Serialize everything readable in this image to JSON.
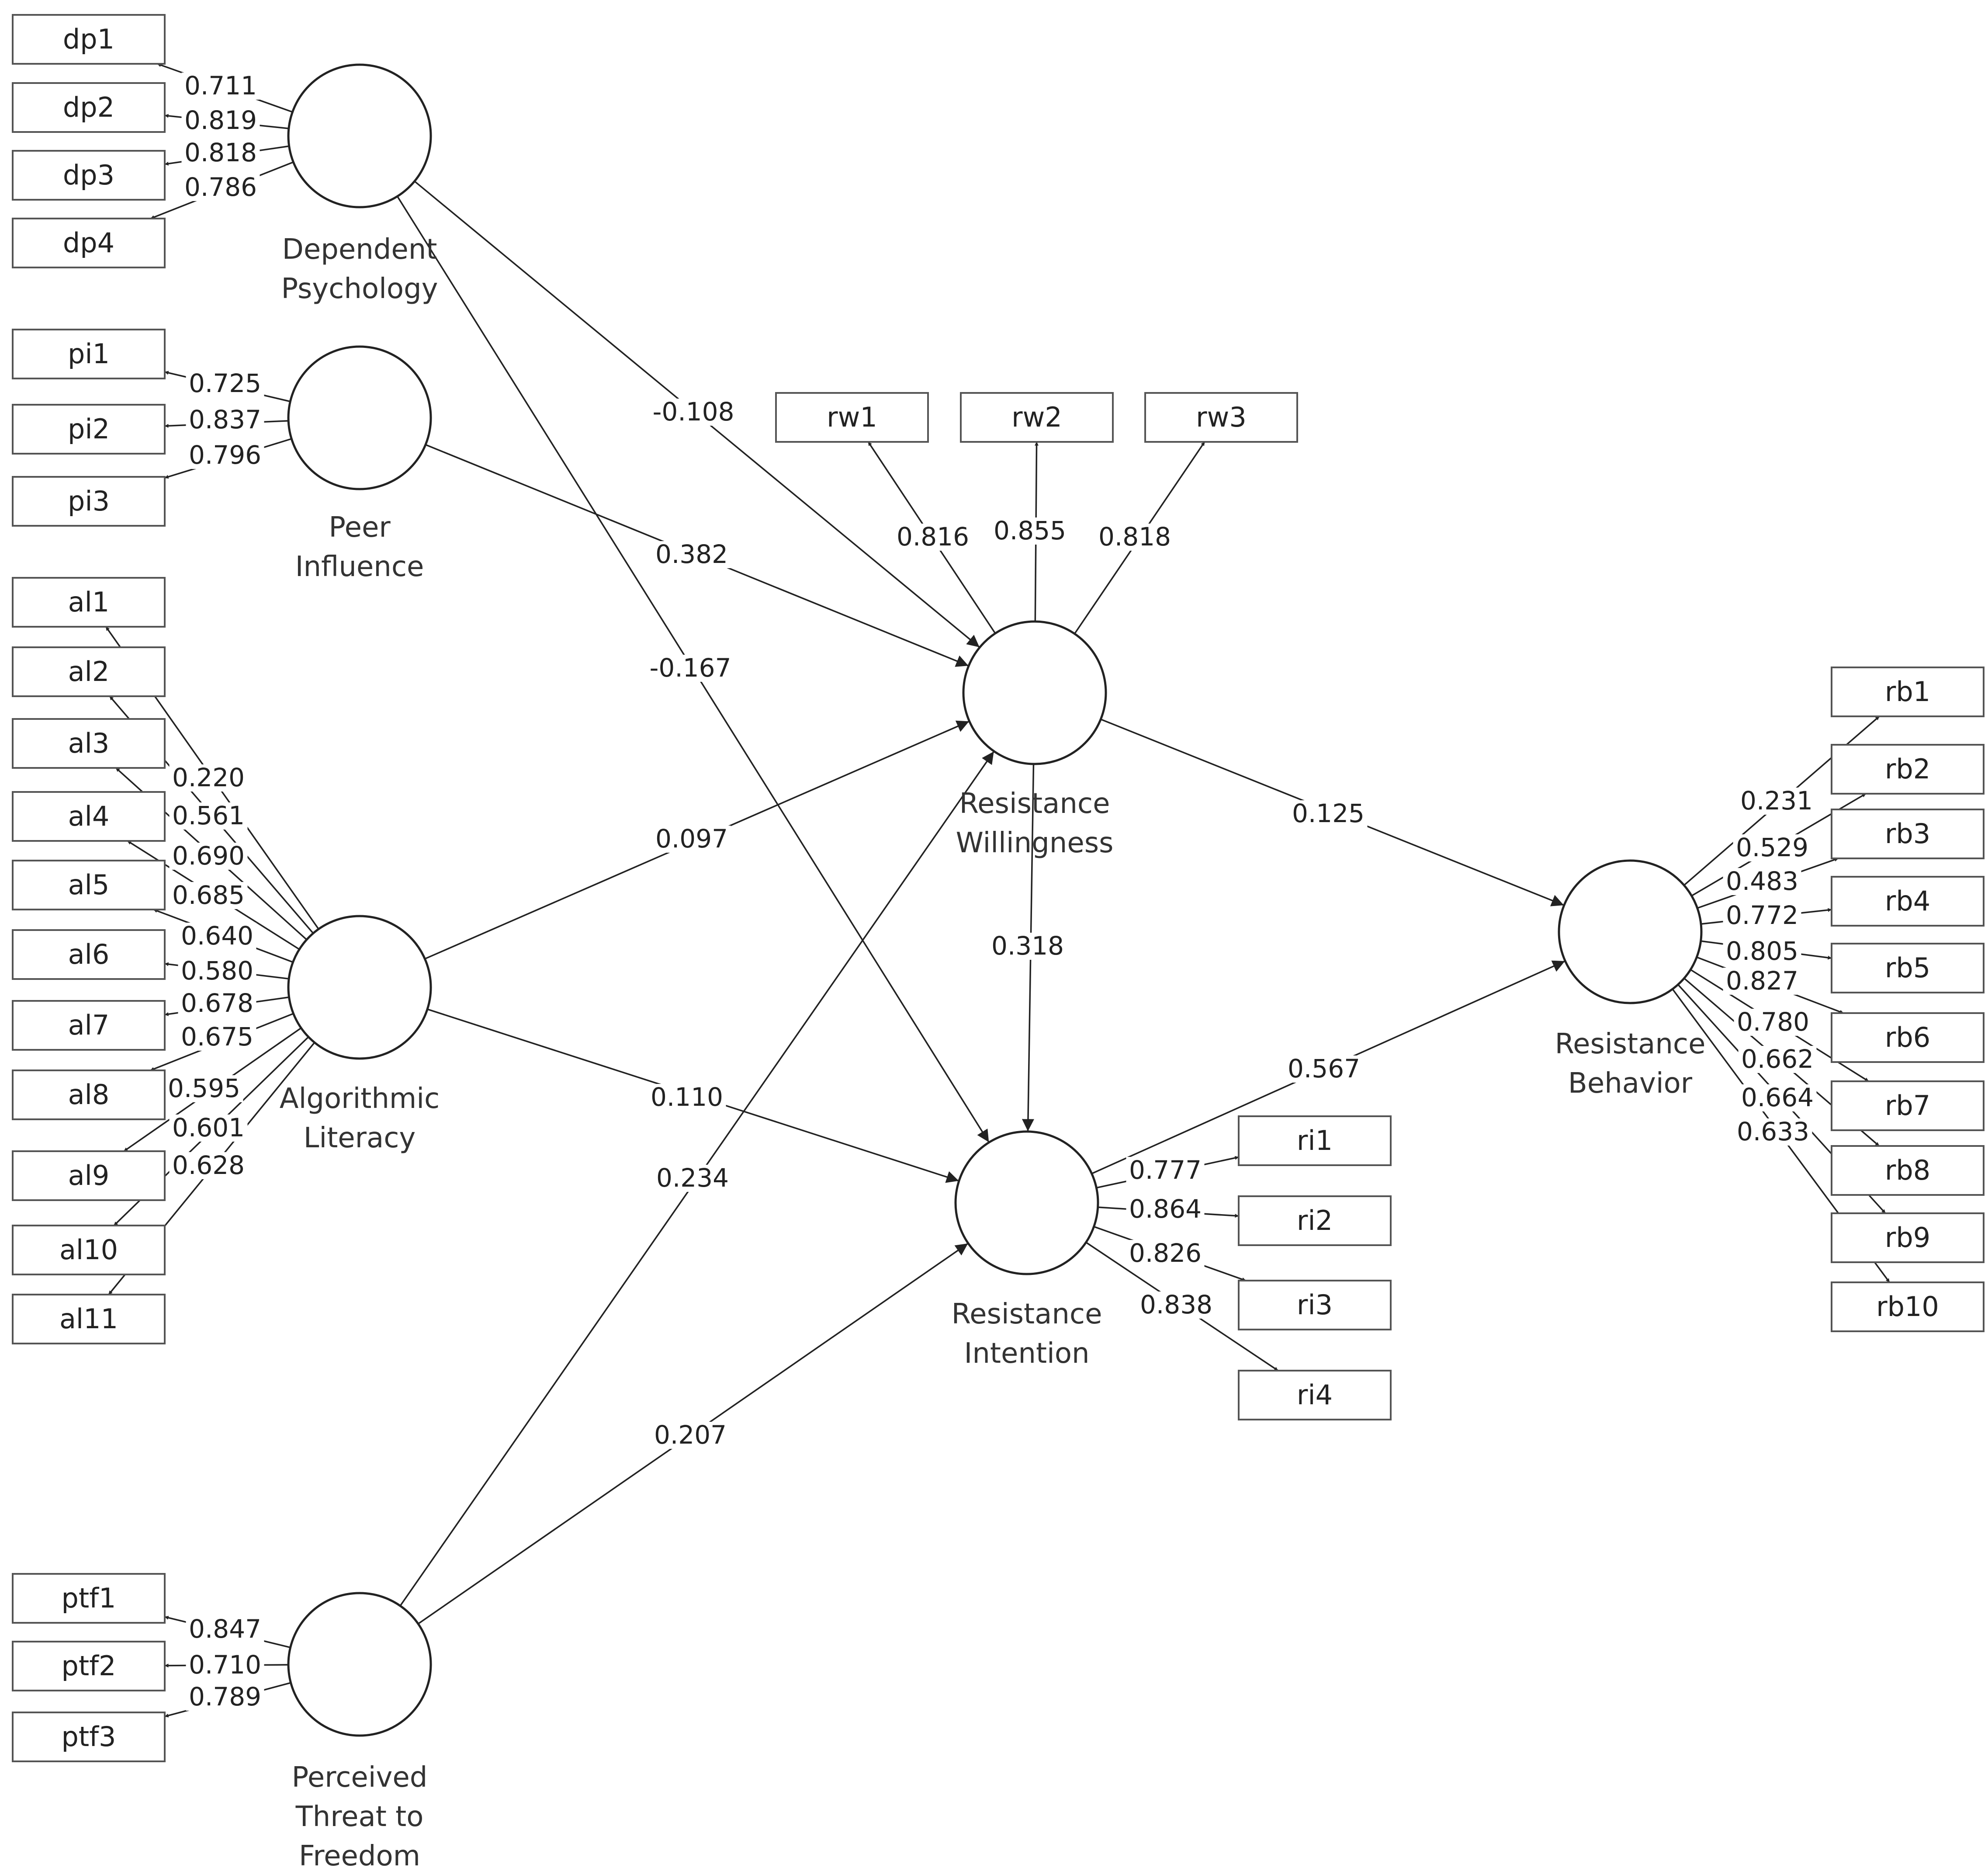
{
  "latents": [
    {
      "id": "DP",
      "name": "Dependent Psychology"
    },
    {
      "id": "PI",
      "name": "Peer Influence"
    },
    {
      "id": "AL",
      "name": "Algorithmic Literacy"
    },
    {
      "id": "PTF",
      "name": "Perceived Threat to Freedom"
    },
    {
      "id": "RW",
      "name": "Resistance Willingness"
    },
    {
      "id": "RI",
      "name": "Resistance Intention"
    },
    {
      "id": "RB",
      "name": "Resistance Behavior"
    }
  ],
  "indicators": {
    "DP": [
      "dp1",
      "dp2",
      "dp3",
      "dp4"
    ],
    "PI": [
      "pi1",
      "pi2",
      "pi3"
    ],
    "AL": [
      "al1",
      "al2",
      "al3",
      "al4",
      "al5",
      "al6",
      "al7",
      "al8",
      "al9",
      "al10",
      "al11"
    ],
    "PTF": [
      "ptf1",
      "ptf2",
      "ptf3"
    ],
    "RW": [
      "rw1",
      "rw2",
      "rw3"
    ],
    "RI": [
      "ri1",
      "ri2",
      "ri3",
      "ri4"
    ],
    "RB": [
      "rb1",
      "rb2",
      "rb3",
      "rb4",
      "rb5",
      "rb6",
      "rb7",
      "rb8",
      "rb9",
      "rb10"
    ]
  },
  "loadings": {
    "DP": [
      "0.711",
      "0.819",
      "0.818",
      "0.786"
    ],
    "PI": [
      "0.725",
      "0.837",
      "0.796"
    ],
    "AL": [
      "0.220",
      "0.561",
      "0.690",
      "0.685",
      "0.640",
      "0.580",
      "0.678",
      "0.675",
      "0.595",
      "0.601",
      "0.628"
    ],
    "PTF": [
      "0.847",
      "0.710",
      "0.789"
    ],
    "RW": [
      "0.816",
      "0.855",
      "0.818"
    ],
    "RI": [
      "0.777",
      "0.864",
      "0.826",
      "0.838"
    ],
    "RB": [
      "0.231",
      "0.529",
      "0.483",
      "0.772",
      "0.805",
      "0.827",
      "0.780",
      "0.662",
      "0.664",
      "0.633"
    ]
  },
  "paths": [
    {
      "from": "DP",
      "to": "RW",
      "coef": "-0.108"
    },
    {
      "from": "DP",
      "to": "RI",
      "coef": "-0.167"
    },
    {
      "from": "PI",
      "to": "RW",
      "coef": "0.382"
    },
    {
      "from": "AL",
      "to": "RW",
      "coef": "0.097"
    },
    {
      "from": "AL",
      "to": "RI",
      "coef": "0.110"
    },
    {
      "from": "PTF",
      "to": "RW",
      "coef": "0.234"
    },
    {
      "from": "PTF",
      "to": "RI",
      "coef": "0.207"
    },
    {
      "from": "RW",
      "to": "RI",
      "coef": "0.318"
    },
    {
      "from": "RW",
      "to": "RB",
      "coef": "0.125"
    },
    {
      "from": "RI",
      "to": "RB",
      "coef": "0.567"
    }
  ]
}
